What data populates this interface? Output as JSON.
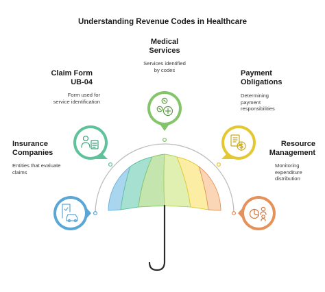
{
  "title": "Understanding Revenue Codes in Healthcare",
  "items": [
    {
      "id": "medical-services",
      "heading_line1": "Medical",
      "heading_line2": "Services",
      "desc_line1": "Services identified",
      "desc_line2": "by codes",
      "color": "#84c46a",
      "icon": "medical-coins-icon"
    },
    {
      "id": "claim-form",
      "heading_line1": "Claim Form",
      "heading_line2": "UB-04",
      "desc_line1": "Form used for",
      "desc_line2": "service identification",
      "color": "#5fc29b",
      "icon": "person-document-icon"
    },
    {
      "id": "insurance-companies",
      "heading_line1": "Insurance",
      "heading_line2": "Companies",
      "desc_line1": "Entities that evaluate",
      "desc_line2": "claims",
      "color": "#5aa7d6",
      "icon": "car-insurance-icon"
    },
    {
      "id": "payment-obligations",
      "heading_line1": "Payment",
      "heading_line2": "Obligations",
      "desc_line1": "Determining",
      "desc_line2": "payment",
      "desc_line3": "responsibilities",
      "color": "#e3c832",
      "icon": "invoice-dollar-icon"
    },
    {
      "id": "resource-management",
      "heading_line1": "Resource",
      "heading_line2": "Management",
      "desc_line1": "Monitoring",
      "desc_line2": "expenditure",
      "desc_line3": "distribution",
      "color": "#e5925a",
      "icon": "pie-chart-people-icon"
    }
  ]
}
